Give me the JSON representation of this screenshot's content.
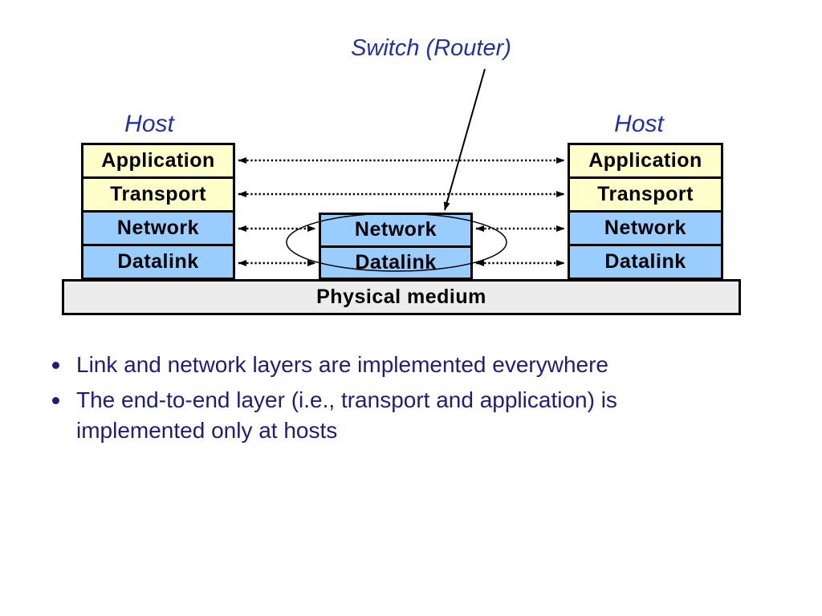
{
  "slide": {
    "annotation": "Switch (Router)",
    "hosts": {
      "left": "Host",
      "right": "Host"
    },
    "stacks": {
      "left_host": [
        "Application",
        "Transport",
        "Network",
        "Datalink"
      ],
      "switch": [
        "Network",
        "Datalink"
      ],
      "right_host": [
        "Application",
        "Transport",
        "Network",
        "Datalink"
      ]
    },
    "physical_medium": "Physical medium",
    "bullets": [
      "Link and network layers are implemented everywhere",
      "The end-to-end layer (i.e., transport and application) is implemented only at hosts"
    ]
  },
  "colors": {
    "upper_layer_fill": "#FFFFCC",
    "lower_layer_fill": "#99CCFF",
    "medium_fill": "#ECECEC",
    "heading_blue": "#2033A0",
    "bullet_navy": "#1E1E78",
    "line_black": "#000000"
  }
}
